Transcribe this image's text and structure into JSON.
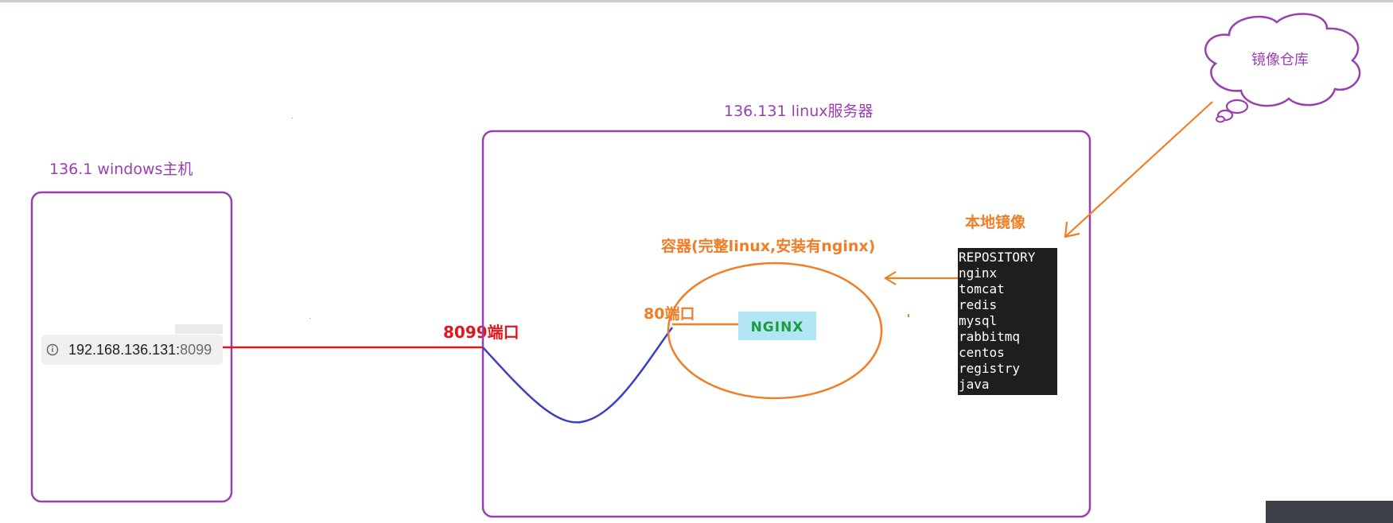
{
  "windows_host": {
    "label": "136.1 windows主机",
    "address_bar": {
      "host": "192.168.136.131:",
      "port": "8099"
    }
  },
  "linux_server": {
    "label": "136.131    linux服务器"
  },
  "port_labels": {
    "host_port": "8099端口",
    "container_port": "80端口"
  },
  "container": {
    "label": "容器(完整linux,安装有nginx)",
    "logo_text": "NGINX"
  },
  "local_images": {
    "label": "本地镜像",
    "terminal_lines": [
      "REPOSITORY",
      "nginx",
      "tomcat",
      "redis",
      "mysql",
      "rabbitmq",
      "centos",
      "registry",
      "java"
    ]
  },
  "registry": {
    "label": "镜像仓库"
  },
  "colors": {
    "purple": "#9a3fb0",
    "orange": "#f07e26",
    "red": "#e0161d",
    "blue": "#3a3fc6",
    "terminal_bg": "#1e1e1e",
    "nginx_bg": "#b3e6f5",
    "nginx_green": "#1e9b3e"
  },
  "icons": {
    "address_info": "info-circle-icon",
    "cloud": "thought-cloud-icon"
  }
}
